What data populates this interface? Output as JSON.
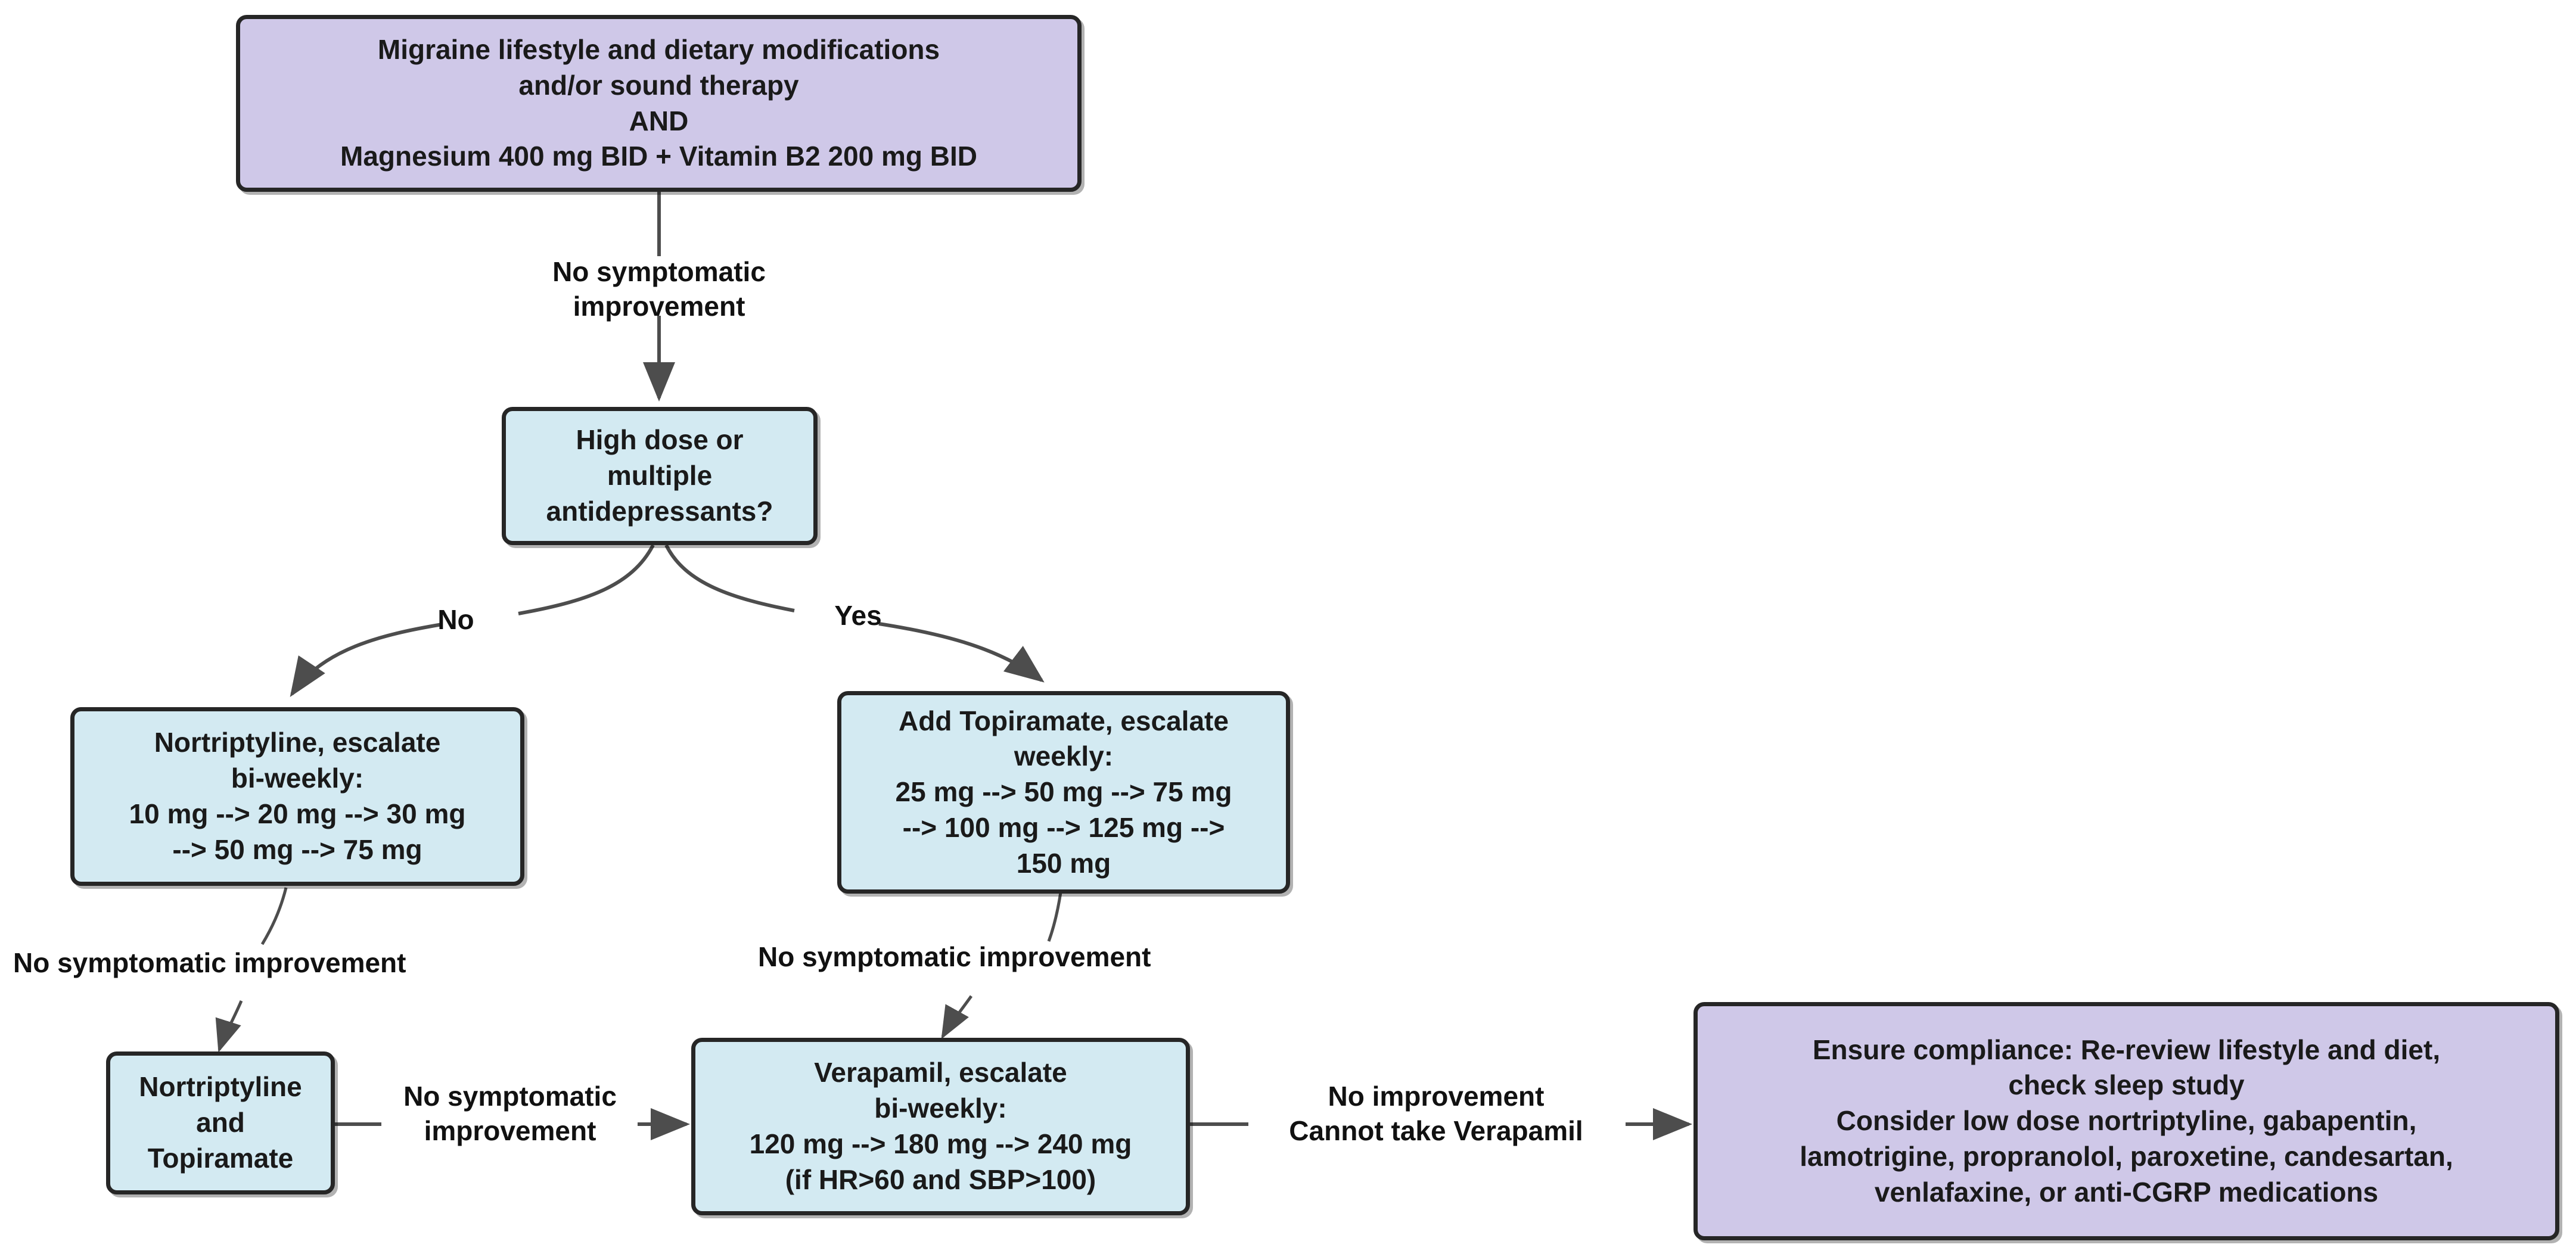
{
  "diagram": {
    "title_context": "Migraine prophylaxis treatment escalation flowchart",
    "colors": {
      "purple_fill": "#cfc8e8",
      "blue_fill": "#d3eaf2",
      "border": "#262626",
      "edge_stroke": "#4d4d4d",
      "text": "#1a1a1a",
      "background": "#ffffff"
    },
    "nodes": [
      {
        "id": "start",
        "shape": "rounded-rect",
        "fill": "purple",
        "text": "Migraine lifestyle and dietary modifications\nand/or sound therapy\nAND\nMagnesium 400 mg BID + Vitamin B2 200 mg BID"
      },
      {
        "id": "decision",
        "shape": "rounded-rect",
        "fill": "blue",
        "text": "High dose or\nmultiple\nantidepressants?"
      },
      {
        "id": "nortriptyline",
        "shape": "rounded-rect",
        "fill": "blue",
        "text": "Nortriptyline, escalate\nbi-weekly:\n10 mg --> 20 mg --> 30 mg\n--> 50 mg --> 75 mg"
      },
      {
        "id": "topiramate",
        "shape": "rounded-rect",
        "fill": "blue",
        "text": "Add Topiramate, escalate\nweekly:\n25 mg --> 50 mg --> 75 mg\n--> 100 mg --> 125 mg -->\n150 mg"
      },
      {
        "id": "combo",
        "shape": "rounded-rect",
        "fill": "blue",
        "text": "Nortriptyline\nand\nTopiramate"
      },
      {
        "id": "verapamil",
        "shape": "rounded-rect",
        "fill": "blue",
        "text": "Verapamil, escalate\nbi-weekly:\n120 mg --> 180 mg --> 240 mg\n(if HR>60 and SBP>100)"
      },
      {
        "id": "final",
        "shape": "rounded-rect",
        "fill": "purple",
        "text": "Ensure compliance: Re-review lifestyle and diet,\ncheck sleep study\nConsider low dose nortriptyline, gabapentin,\nlamotrigine, propranolol, paroxetine, candesartan,\nvenlafaxine, or anti-CGRP medications"
      }
    ],
    "edges": [
      {
        "id": "e1",
        "from": "start",
        "to": "decision",
        "label": "No symptomatic\nimprovement"
      },
      {
        "id": "e2",
        "from": "decision",
        "to": "nortriptyline",
        "label": "No"
      },
      {
        "id": "e3",
        "from": "decision",
        "to": "topiramate",
        "label": "Yes"
      },
      {
        "id": "e4",
        "from": "nortriptyline",
        "to": "combo",
        "label": "No symptomatic improvement"
      },
      {
        "id": "e5",
        "from": "topiramate",
        "to": "verapamil",
        "label": "No symptomatic improvement"
      },
      {
        "id": "e6",
        "from": "combo",
        "to": "verapamil",
        "label": "No symptomatic\nimprovement"
      },
      {
        "id": "e7",
        "from": "verapamil",
        "to": "final",
        "label": "No improvement\nCannot take Verapamil"
      }
    ]
  }
}
